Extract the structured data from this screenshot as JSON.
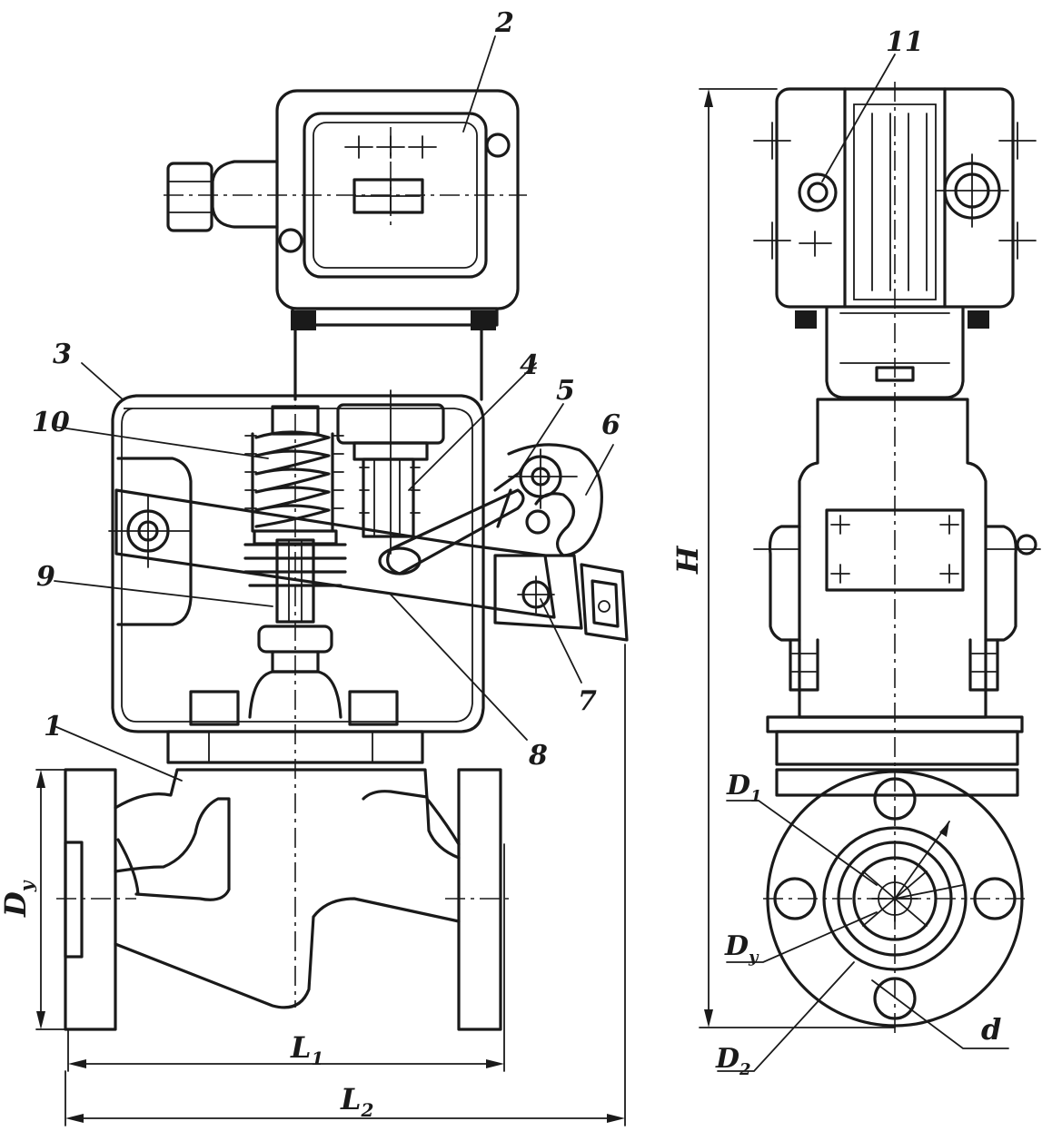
{
  "callouts": {
    "c1": "1",
    "c2": "2",
    "c3": "3",
    "c4": "4",
    "c5": "5",
    "c6": "6",
    "c7": "7",
    "c8": "8",
    "c9": "9",
    "c10": "10",
    "c11": "11"
  },
  "dimensions": {
    "L1": "L",
    "L1_sub": "1",
    "L2": "L",
    "L2_sub": "2",
    "Dy_left": "D",
    "Dy_left_sub": "y",
    "H": "H",
    "D1": "D",
    "D1_sub": "1",
    "Dy_right": "D",
    "Dy_right_sub": "y",
    "D2": "D",
    "D2_sub": "2",
    "d": "d"
  }
}
